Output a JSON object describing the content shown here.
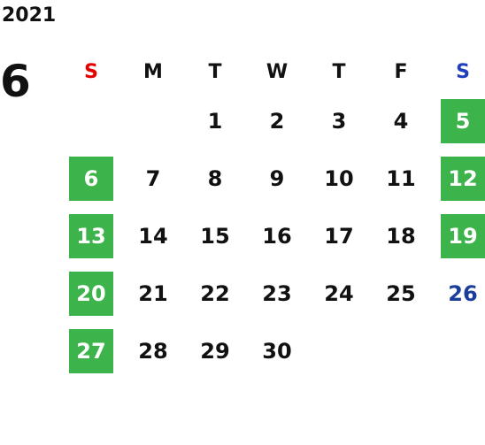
{
  "calendar": {
    "year": "2021",
    "month": "6",
    "weekdays": [
      "S",
      "M",
      "T",
      "W",
      "T",
      "F",
      "S"
    ],
    "colors": {
      "sunday_header": "#e60000",
      "saturday_header": "#1f3fbf",
      "highlight_bg": "#3cb44b",
      "saturday_text": "#1a3e99",
      "default_text": "#111111"
    },
    "weeks": [
      [
        "",
        "",
        "1",
        "2",
        "3",
        "4",
        "5"
      ],
      [
        "6",
        "7",
        "8",
        "9",
        "10",
        "11",
        "12"
      ],
      [
        "13",
        "14",
        "15",
        "16",
        "17",
        "18",
        "19"
      ],
      [
        "20",
        "21",
        "22",
        "23",
        "24",
        "25",
        "26"
      ],
      [
        "27",
        "28",
        "29",
        "30",
        "",
        "",
        ""
      ]
    ],
    "highlighted_days": [
      "5",
      "6",
      "12",
      "13",
      "19",
      "20",
      "27"
    ]
  }
}
